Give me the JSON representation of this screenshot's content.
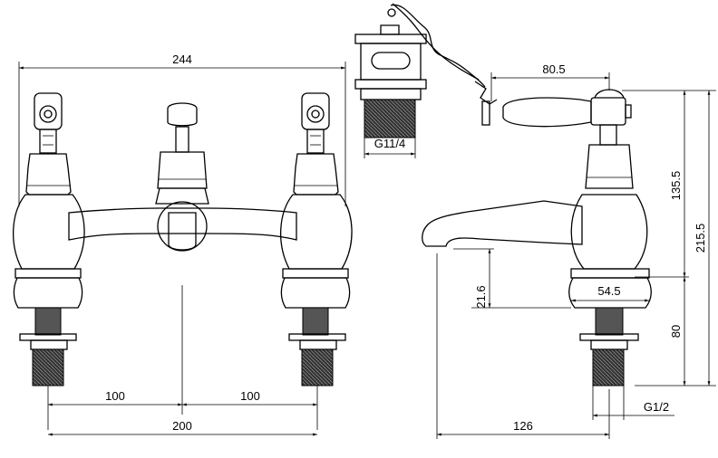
{
  "dimensions": {
    "overall_width": "244",
    "drain_thread": "G11/4",
    "lever_reach": "80.5",
    "spout_body_height": "135.5",
    "total_height": "215.5",
    "spout_height": "21.6",
    "base_diameter": "54.5",
    "shank_length": "80",
    "spacing_left": "100",
    "spacing_right": "100",
    "centres": "200",
    "spout_reach": "126",
    "shank_thread": "G1/2"
  }
}
